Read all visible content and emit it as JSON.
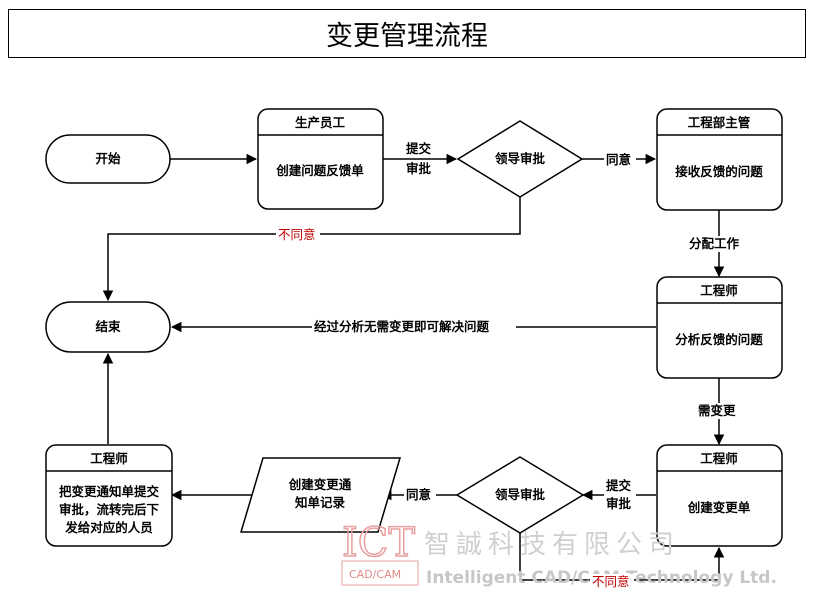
{
  "title": "变更管理流程",
  "nodes": {
    "start": "开始",
    "end": "结束",
    "staff_header": "生产员工",
    "staff_body": "创建问题反馈单",
    "review1": "领导审批",
    "manager_header": "工程部主管",
    "manager_body": "接收反馈的问题",
    "engineer1_header": "工程师",
    "engineer1_body": "分析反馈的问题",
    "engineer2_header": "工程师",
    "engineer2_body": "创建变更单",
    "review2": "领导审批",
    "record_line1": "创建变更通",
    "record_line2": "知单记录",
    "engineer3_header": "工程师",
    "engineer3_line1": "把变更通知单提交",
    "engineer3_line2": "审批，流转完后下",
    "engineer3_line3": "发给对应的人员"
  },
  "labels": {
    "submit1_line1": "提交",
    "submit1_line2": "审批",
    "agree1": "同意",
    "disagree1": "不同意",
    "assign": "分配工作",
    "no_change": "经过分析无需变更即可解决问题",
    "need_change": "需变更",
    "submit2_line1": "提交",
    "submit2_line2": "审批",
    "agree2": "同意",
    "disagree2": "不同意"
  },
  "watermark": {
    "logo": "ICT",
    "logo_sub": "CAD/CAM",
    "company_cn": "智誠科技有限公司",
    "company_en": "Intelligent CAD/CAM Technology Ltd."
  },
  "colors": {
    "line": "#000000",
    "reject_label": "#c00000",
    "watermark": "#d0d0d0"
  }
}
